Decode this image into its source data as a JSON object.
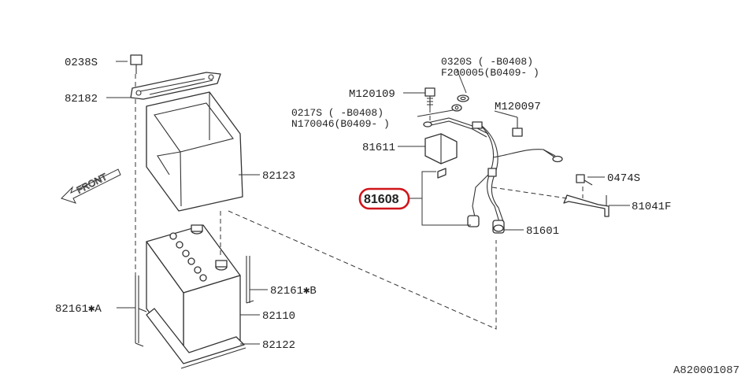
{
  "labels": {
    "p0238s": "0238S",
    "p82182": "82182",
    "p82123": "82123",
    "p82161a": "82161✱A",
    "p82161b": "82161✱B",
    "p82110": "82110",
    "p82122": "82122",
    "p0320s_line1": "0320S  ( -B0408)",
    "p0320s_line2": "F200005(B0409- )",
    "pM120109": "M120109",
    "pM120097": "M120097",
    "p0217s_line1": "0217S  ( -B0408)",
    "p0217s_line2": "N170046(B0409- )",
    "p81611": "81611",
    "p81608": "81608",
    "p0474s": "0474S",
    "p81041f": "81041F",
    "p81601": "81601"
  },
  "front_text": "FRONT",
  "diagram_ref": "A820001087",
  "highlight_color": "#d0141b"
}
